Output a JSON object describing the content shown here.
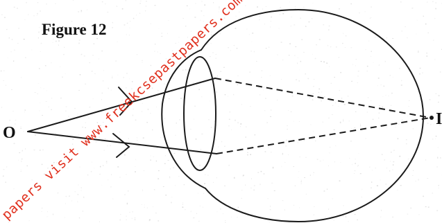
{
  "figure": {
    "title": "Figure 12",
    "object_label": "O",
    "image_label": "I",
    "watermark": "papers visit www.freekcsepastpapers.com"
  },
  "colors": {
    "ink": "#1a1a1a",
    "watermark": "#e0301e",
    "background": "#ffffff"
  }
}
